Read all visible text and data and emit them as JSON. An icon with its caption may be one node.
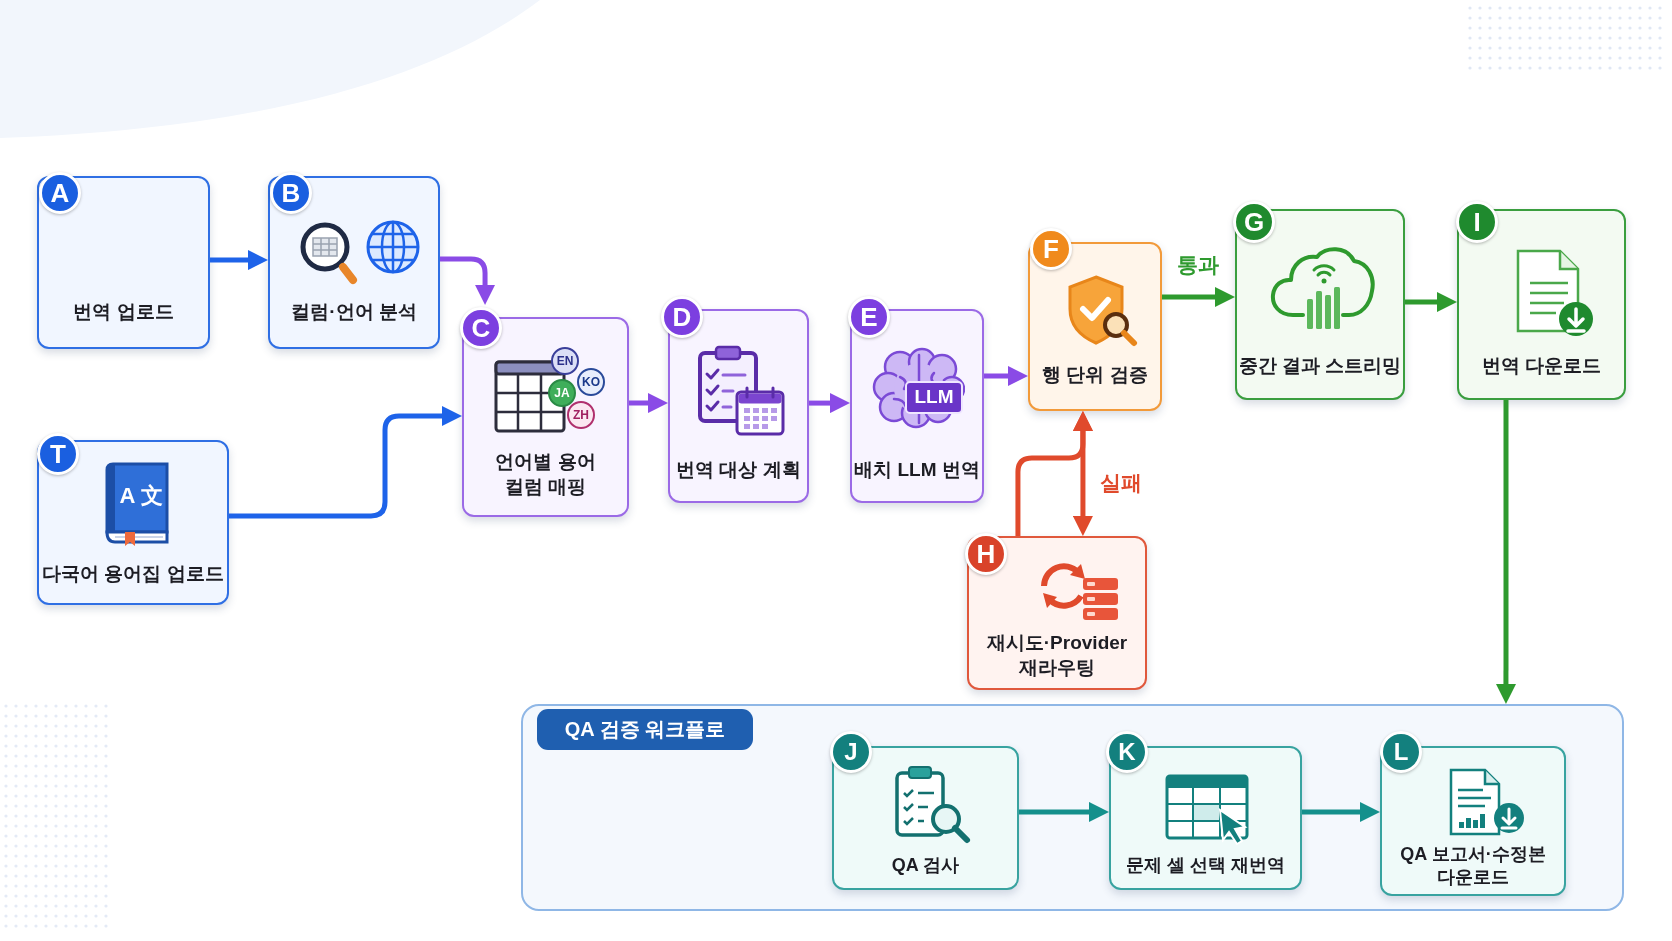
{
  "diagram": {
    "nodes": [
      {
        "text": [
          "A",
          "번역 업로드"
        ]
      },
      {
        "text": [
          "B",
          "컬럼·언어 분석"
        ]
      },
      {
        "text": [
          "T",
          "다국어 용어집 업로드"
        ]
      },
      {
        "text": [
          "C",
          "언어별 용어 컬럼 매핑"
        ]
      },
      {
        "text": [
          "D",
          "번역 대상 계획"
        ]
      },
      {
        "text": [
          "E",
          "배치 LLM 번역"
        ]
      },
      {
        "text": [
          "F",
          "행 단위 검증"
        ]
      },
      {
        "text": [
          "G",
          "중간 결과 스트리밍"
        ]
      },
      {
        "text": [
          "I",
          "번역 다운로드"
        ]
      },
      {
        "text": [
          "H",
          "재시도·Provider 재라우팅"
        ]
      },
      {
        "text": [
          "QA 검증 워크플로"
        ]
      },
      {
        "text": [
          "J",
          "QA 검사"
        ],
        "in": 10
      },
      {
        "text": [
          "K",
          "문제 셀 선택 재번역"
        ],
        "in": 10
      },
      {
        "text": [
          "L",
          "QA 보고서·수정본 다운로드"
        ],
        "in": 10
      }
    ],
    "edges": [
      {
        "from": 0,
        "to": 1,
        "arrow": "to",
        "color": "#1e63e9"
      },
      {
        "from": 1,
        "to": 3,
        "arrow": "to",
        "color": "#8a4be6"
      },
      {
        "from": 2,
        "to": 3,
        "arrow": "to",
        "color": "#1e63e9"
      },
      {
        "from": 3,
        "to": 4,
        "arrow": "to",
        "color": "#8a4be6"
      },
      {
        "from": 4,
        "to": 5,
        "arrow": "to",
        "color": "#8a4be6"
      },
      {
        "from": 5,
        "to": 6,
        "arrow": "to",
        "color": "#8a4be6"
      },
      {
        "from": 6,
        "to": 7,
        "arrow": "to",
        "label": "통과",
        "color": "#2e9a2e"
      },
      {
        "from": 7,
        "to": 8,
        "arrow": "to",
        "color": "#2e9a2e"
      },
      {
        "from": 8,
        "to": 10,
        "arrow": "to",
        "color": "#2e9a2e"
      },
      {
        "from": 6,
        "to": 9,
        "arrow": "both",
        "label": "실패",
        "color": "#e04a2c"
      },
      {
        "from": 9,
        "to": 6,
        "arrow": "to",
        "color": "#e04a2c"
      },
      {
        "from": 11,
        "to": 12,
        "arrow": "to",
        "color": "#14908c"
      },
      {
        "from": 12,
        "to": 13,
        "arrow": "to",
        "color": "#14908c"
      }
    ],
    "labels": [
      "EN",
      "KO",
      "JA",
      "ZH",
      "LLM",
      "A 文"
    ]
  }
}
